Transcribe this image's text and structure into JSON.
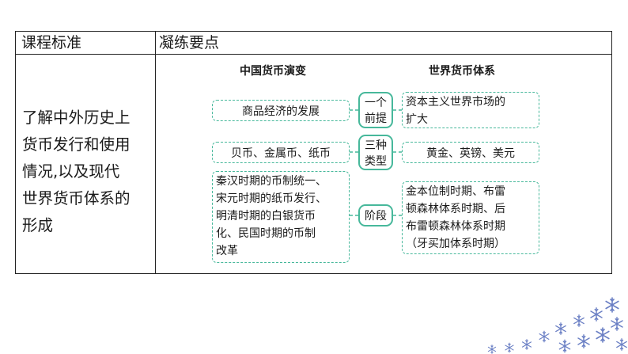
{
  "table": {
    "header_left": "课程标准",
    "header_right": "凝练要点",
    "standard_lines": [
      "了解中外历史上",
      "货币发行和使用",
      "情况,以及现代",
      "世界货币体系的",
      "形成"
    ]
  },
  "diagram": {
    "left_title": "中国货币演变",
    "right_title": "世界货币体系",
    "rows": [
      {
        "left_lines": [
          "商品经济的发展"
        ],
        "center_lines": [
          "一个",
          "前提"
        ],
        "right_lines": [
          "资本主义世界市场的",
          "扩大"
        ]
      },
      {
        "left_lines": [
          "贝币、金属币、纸币"
        ],
        "center_lines": [
          "三种",
          "类型"
        ],
        "right_lines": [
          "黄金、英镑、美元"
        ]
      },
      {
        "left_lines": [
          "秦汉时期的币制统一、",
          "宋元时期的纸币发行、",
          "明清时期的白银货币",
          "化、民国时期的币制",
          "改革"
        ],
        "center_lines": [
          "阶段"
        ],
        "right_lines": [
          "金本位制时期、布雷",
          "顿森林体系时期、后",
          "布雷顿森林体系时期",
          "（牙买加体系时期）"
        ]
      }
    ]
  },
  "colors": {
    "accent": "#47b89b",
    "decoration": "#6a7fc4"
  },
  "icons": [
    "snowflake-icon"
  ]
}
